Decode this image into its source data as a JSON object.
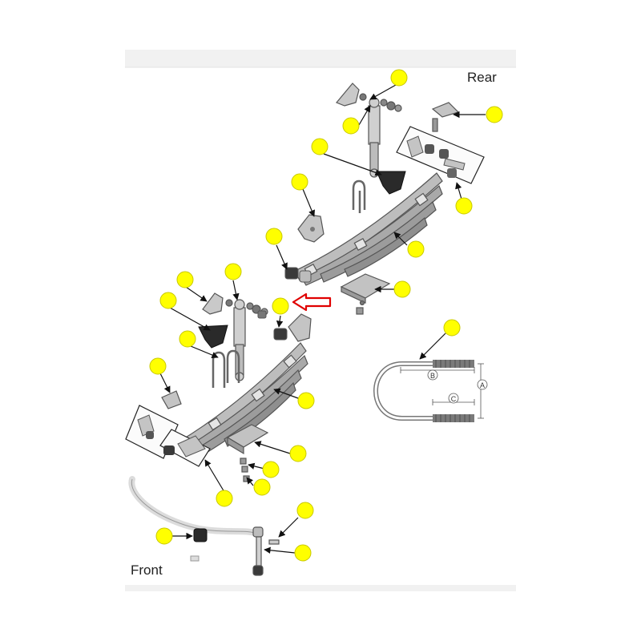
{
  "labels": {
    "rear": "Rear",
    "front": "Front"
  },
  "ubolt_inset": {
    "dim_a": "A",
    "dim_b": "B",
    "dim_c": "C"
  },
  "colors": {
    "callout_fill": "#ffff00",
    "callout_stroke": "#c8c800",
    "highlight_arrow": "#e00000",
    "part_fill": "#b8b8b8",
    "part_stroke": "#555555",
    "header_band": "#f0f0f0"
  }
}
